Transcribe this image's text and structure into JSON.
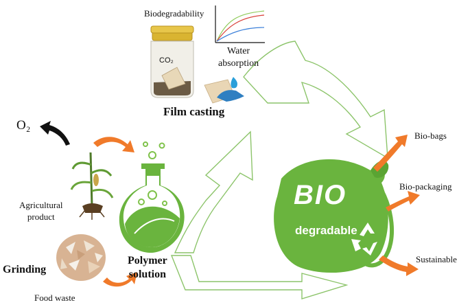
{
  "diagram": {
    "labels": {
      "biodegradability": "Biodegradability",
      "co2": "CO₂",
      "water_absorption_line1": "Water",
      "water_absorption_line2": "absorption",
      "film_casting": "Film casting",
      "o2": "O₂",
      "agricultural_product_line1": "Agricultural",
      "agricultural_product_line2": "product",
      "polymer_solution_line1": "Polymer",
      "polymer_solution_line2": "solution",
      "grinding": "Grinding",
      "food_waste": "Food waste",
      "bio_bags": "Bio-bags",
      "bio_packaging": "Bio-packaging",
      "sustainable": "Sustainable",
      "bio_logo": "BIO",
      "degradable_logo": "degradable"
    },
    "colors": {
      "green": "#6ab43e",
      "green_dark": "#3f8f2a",
      "green_light": "#8fcb5a",
      "orange": "#f07a2a",
      "arrow_outline": "#8cc46a",
      "black": "#111111",
      "jar_lid": "#d9b431",
      "bubble": "#7fc24a"
    },
    "icons": {
      "jar": "glass-jar-icon",
      "hand_water": "hand-water-drop-icon",
      "plant": "corn-plant-icon",
      "flask": "flask-leaf-icon",
      "eggshells": "eggshell-pile-icon",
      "bag": "bio-bag-icon",
      "recycle": "recycle-icon"
    }
  }
}
